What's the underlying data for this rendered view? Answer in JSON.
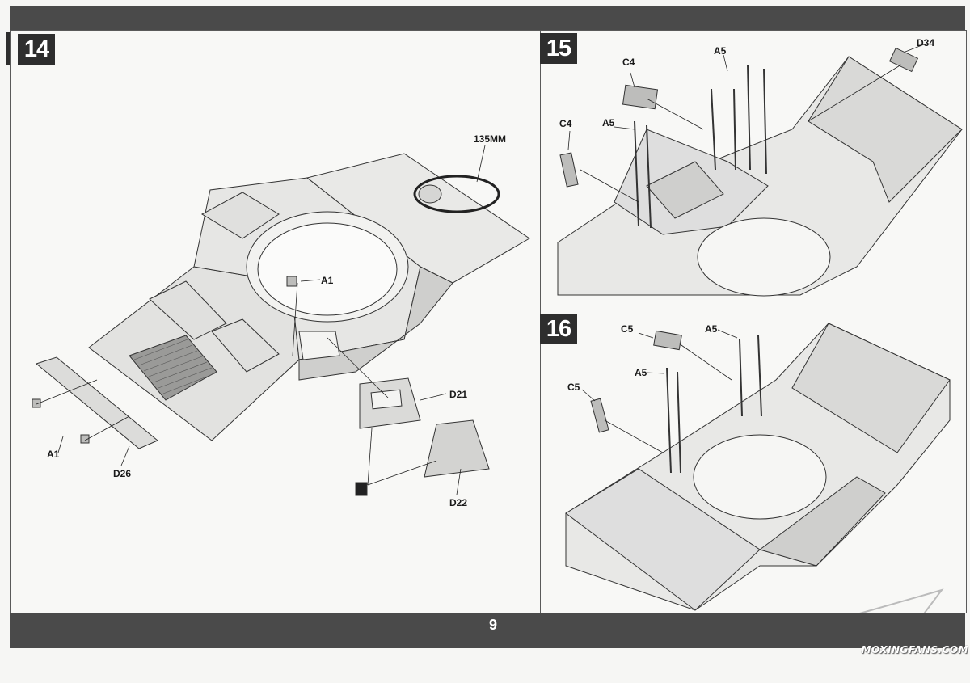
{
  "steps": {
    "s14": {
      "number": "14",
      "labels": {
        "a1_top": "A1",
        "mm": "135MM",
        "d21": "D21",
        "d22": "D22",
        "a1_left": "A1",
        "d26": "D26"
      }
    },
    "s15": {
      "number": "15",
      "labels": {
        "c4_top": "C4",
        "c4_left": "C4",
        "a5_top": "A5",
        "a5_left": "A5",
        "d34": "D34"
      }
    },
    "s16": {
      "number": "16",
      "labels": {
        "c5_top": "C5",
        "c5_left": "C5",
        "a5_top": "A5",
        "a5_left": "A5"
      }
    }
  },
  "footer": {
    "page_number": "9"
  },
  "watermark": {
    "text": "MOXINGFANS.COM"
  },
  "colors": {
    "band": "#4a4a4a",
    "step_box": "#2e2e2e",
    "hull": "#e2e2e0",
    "hull_dark": "#c8c8c6"
  }
}
